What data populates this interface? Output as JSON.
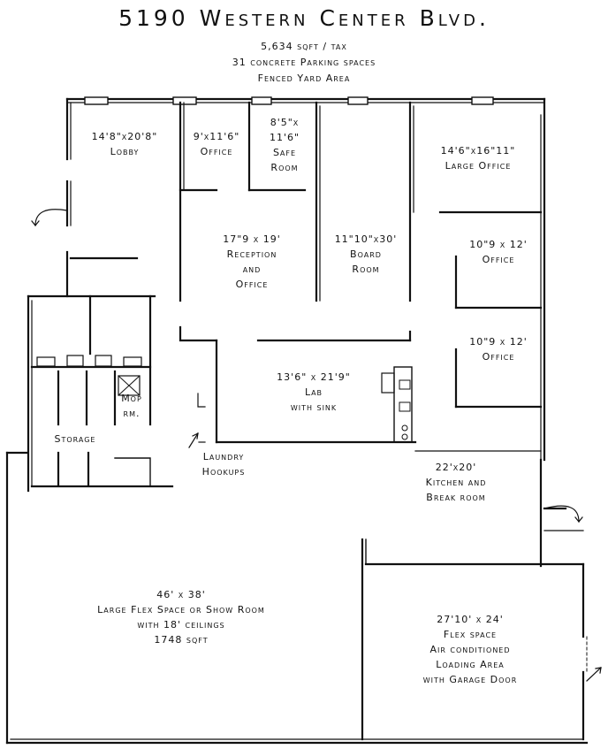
{
  "header": {
    "title": "5190 Western Center Blvd.",
    "lines": [
      "5,634 sqft / tax",
      "31 concrete Parking spaces",
      "Fenced Yard Area"
    ]
  },
  "rooms": {
    "lobby": [
      "14'8\"x20'8\"",
      "Lobby"
    ],
    "office_a": [
      "9'x11'6\"",
      "Office"
    ],
    "safe_room": [
      "8'5\"x",
      "11'6\"",
      "Safe",
      "Room"
    ],
    "large_office": [
      "14'6\"x16\"11\"",
      "Large Office"
    ],
    "reception": [
      "17\"9 x 19'",
      "Reception",
      "and",
      "Office"
    ],
    "board_room": [
      "11\"10\"x30'",
      "Board",
      "Room"
    ],
    "office_b": [
      "10\"9 x 12'",
      "Office"
    ],
    "office_c": [
      "10\"9 x 12'",
      "Office"
    ],
    "lab": [
      "13'6\" x 21'9\"",
      "Lab",
      "with sink"
    ],
    "mop": [
      "Mop",
      "rm."
    ],
    "storage": [
      "Storage"
    ],
    "laundry": [
      "Laundry",
      "Hookups"
    ],
    "kitchen": [
      "22'x20'",
      "Kitchen and",
      "Break room"
    ],
    "flex_large": [
      "46' x 38'",
      "Large Flex Space or Show Room",
      "with 18' ceilings",
      "1748 sqft"
    ],
    "flex_loading": [
      "27'10' x 24'",
      "Flex space",
      "Air conditioned",
      "Loading Area",
      "with Garage Door"
    ]
  },
  "colors": {
    "ink": "#111111",
    "paper": "#ffffff"
  }
}
